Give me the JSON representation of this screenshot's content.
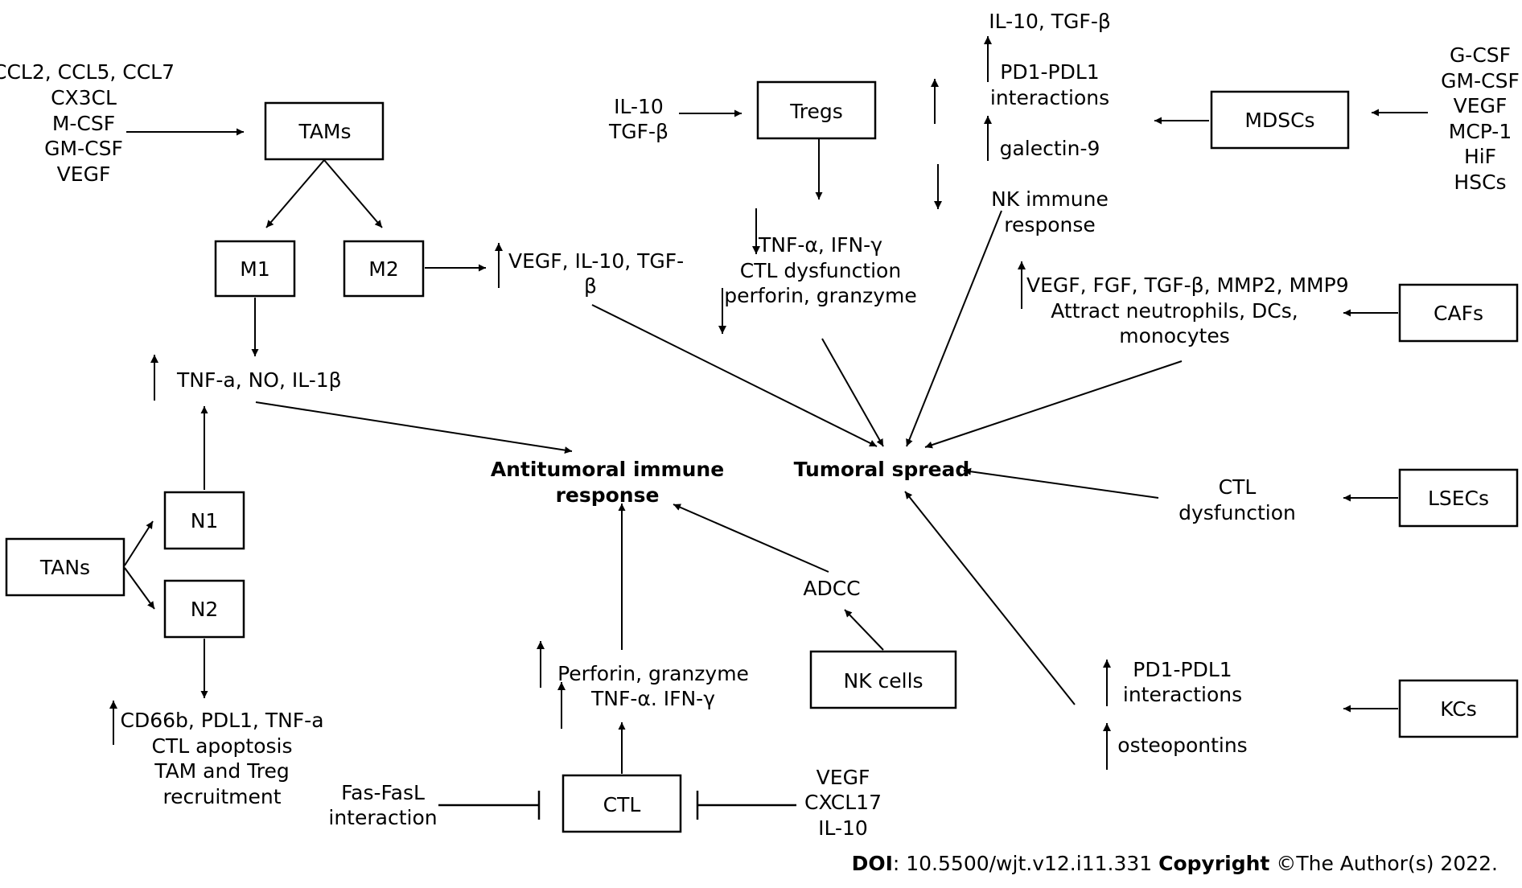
{
  "nodes": {
    "tams": "TAMs",
    "m1": "M1",
    "m2": "M2",
    "tans": "TANs",
    "n1": "N1",
    "n2": "N2",
    "tregs": "Tregs",
    "mdscs": "MDSCs",
    "cafs": "CAFs",
    "lsecs": "LSECs",
    "kcs": "KCs",
    "nk_cells": "NK cells",
    "ctl": "CTL"
  },
  "outcomes": {
    "antitumoral": [
      "Antitumoral immune",
      "response"
    ],
    "tumoral_spread": "Tumoral spread"
  },
  "labels": {
    "tam_inputs": [
      "CCL2, CCL5, CCL7",
      "CX3CL",
      "M-CSF",
      "GM-CSF",
      "VEGF"
    ],
    "m2_outputs": [
      "VEGF, IL-10, TGF-",
      "β"
    ],
    "m1_outputs": "TNF-a, NO, IL-1β",
    "n2_outputs": [
      "CD66b, PDL1, TNF-a",
      "CTL apoptosis",
      "TAM and Treg",
      "recruitment"
    ],
    "treg_inputs": [
      "IL-10",
      "TGF-β"
    ],
    "treg_outputs": [
      "TNF-α, IFN-γ",
      "CTL dysfunction",
      "perforin, granzyme"
    ],
    "mdsc_top": "IL-10, TGF-β",
    "mdsc_pd1": [
      "PD1-PDL1",
      "interactions"
    ],
    "mdsc_galectin": "galectin-9",
    "mdsc_nk": [
      "NK immune",
      "response"
    ],
    "mdsc_inputs": [
      "G-CSF",
      "GM-CSF",
      "VEGF",
      "MCP-1",
      "HiF",
      "HSCs"
    ],
    "caf_outputs": [
      "VEGF, FGF, TGF-β, MMP2, MMP9",
      "Attract neutrophils, DCs,",
      "monocytes"
    ],
    "lsec_outputs": [
      "CTL",
      "dysfunction"
    ],
    "kc_pd1": [
      "PD1-PDL1",
      "interactions"
    ],
    "kc_osteopontins": "osteopontins",
    "nk_adcc": "ADCC",
    "ctl_outputs": [
      "Perforin, granzyme",
      "TNF-α. IFN-γ"
    ],
    "ctl_inhibit_left": [
      "Fas-FasL",
      "interaction"
    ],
    "ctl_inhibit_right": [
      "VEGF",
      "CXCL17",
      "IL-10"
    ]
  },
  "footer": {
    "doi_label": "DOI",
    "doi_value": ": 10.5500/wjt.v12.i11.331 ",
    "copyright_label": "Copyright",
    "copyright_value": " ©The Author(s) 2022."
  }
}
